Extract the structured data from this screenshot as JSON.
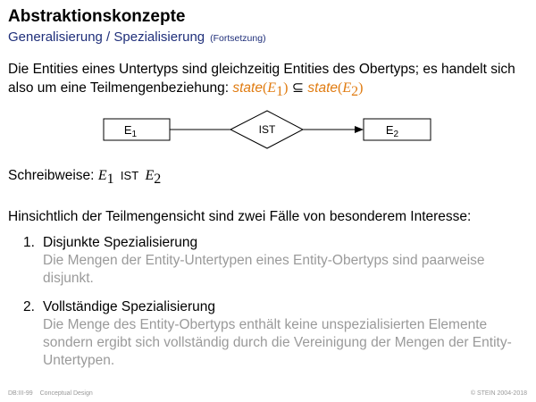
{
  "slide": {
    "title": "Abstraktionskonzepte",
    "subtitle": "Generalisierung / Spezialisierung",
    "subtitle_note": "(Fortsetzung)",
    "intro_line1": "Die Entities eines Untertyps sind gleichzeitig Entities des Obertyps; es handelt sich",
    "intro_line2": "also um eine Teilmengenbeziehung: ",
    "state_word": "state",
    "subset_symbol": "⊆",
    "diagram": {
      "entity1": "E",
      "entity1_sub": "1",
      "relation": "IST",
      "entity2": "E",
      "entity2_sub": "2"
    },
    "schreibweise_label": "Schreibweise:",
    "schreibweise_e1": "E",
    "schreibweise_e1_sub": "1",
    "schreibweise_ist": "IST",
    "schreibweise_e2": "E",
    "schreibweise_e2_sub": "2",
    "hinsicht": "Hinsichtlich der Teilmengensicht sind zwei Fälle von besonderem Interesse:",
    "items": [
      {
        "num": "1.",
        "heading": "Disjunkte Spezialisierung",
        "desc": "Die Mengen der Entity-Untertypen eines Entity-Obertyps sind paarweise disjunkt."
      },
      {
        "num": "2.",
        "heading": "Vollständige Spezialisierung",
        "desc": "Die Menge des Entity-Obertyps enthält keine unspezialisierten Elemente sondern ergibt sich vollständig durch die Vereinigung der Mengen der Entity-Untertypen."
      }
    ],
    "footer_left": [
      "DB:III-99",
      "Conceptual Design"
    ],
    "footer_right": "© STEIN 2004-2018"
  },
  "colors": {
    "subtitle": "#1f2f7a",
    "accent": "#e07b10",
    "desc_text": "#9a9a9a",
    "footer": "#999999"
  }
}
